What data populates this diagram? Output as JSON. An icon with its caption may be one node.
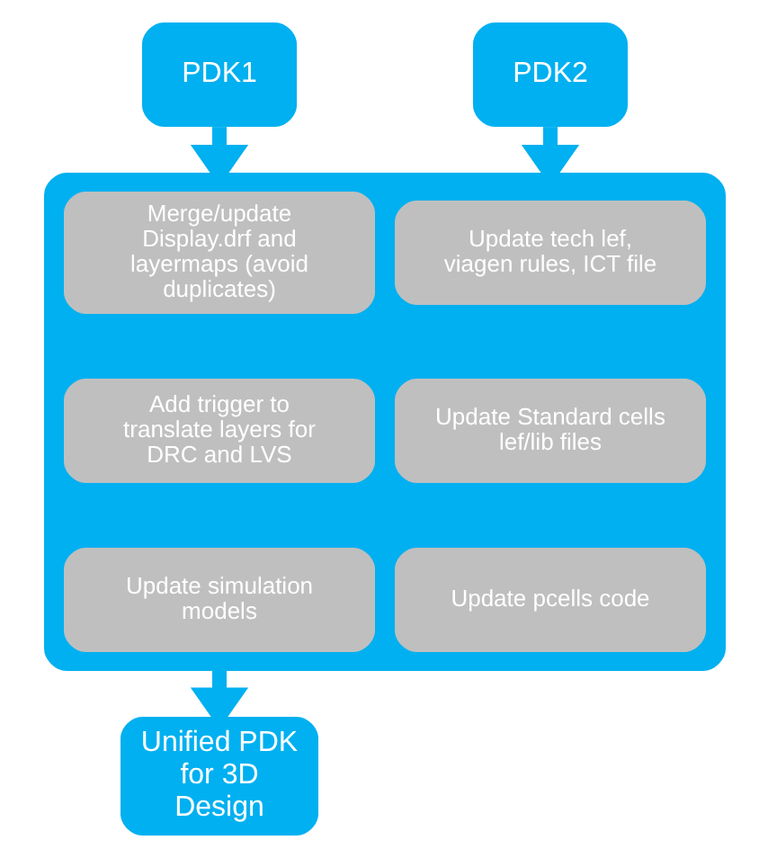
{
  "diagram": {
    "nodes": [
      {
        "text": [
          "PDK1"
        ]
      },
      {
        "text": [
          "PDK2"
        ]
      },
      {
        "text": [],
        "shape": "box"
      },
      {
        "text": [
          "Merge/update Display.drf and layermaps (avoid duplicates)"
        ],
        "in": 2
      },
      {
        "text": [
          "Update tech lef, viagen rules, ICT file"
        ],
        "in": 2
      },
      {
        "text": [
          "Add trigger to translate layers for DRC and LVS"
        ],
        "in": 2
      },
      {
        "text": [
          "Update Standard cells lef/lib files"
        ],
        "in": 2
      },
      {
        "text": [
          "Update simulation models"
        ],
        "in": 2
      },
      {
        "text": [
          "Update pcells code"
        ],
        "in": 2
      },
      {
        "text": [
          "Unified PDK for 3D Design"
        ]
      }
    ],
    "edges": [
      {
        "from": 0,
        "to": 2,
        "arrow": "to"
      },
      {
        "from": 1,
        "to": 2,
        "arrow": "to"
      },
      {
        "from": 2,
        "to": 9,
        "arrow": "to"
      }
    ]
  }
}
